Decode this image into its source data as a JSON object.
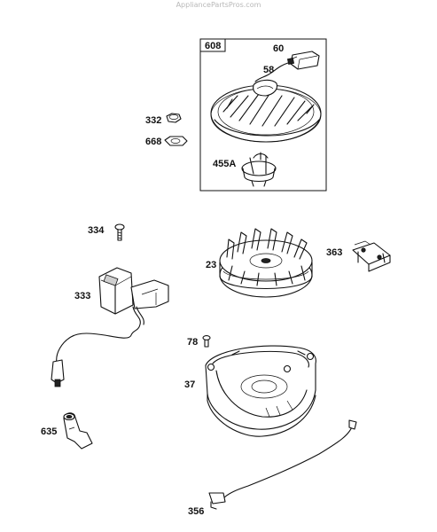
{
  "watermark": "AppliancePartsPros.com",
  "box": {
    "label": "608"
  },
  "parts": {
    "p60": "60",
    "p58": "58",
    "p332": "332",
    "p668": "668",
    "p455a": "455A",
    "p334": "334",
    "p23": "23",
    "p363": "363",
    "p333": "333",
    "p78": "78",
    "p37": "37",
    "p635": "635",
    "p356": "356"
  }
}
